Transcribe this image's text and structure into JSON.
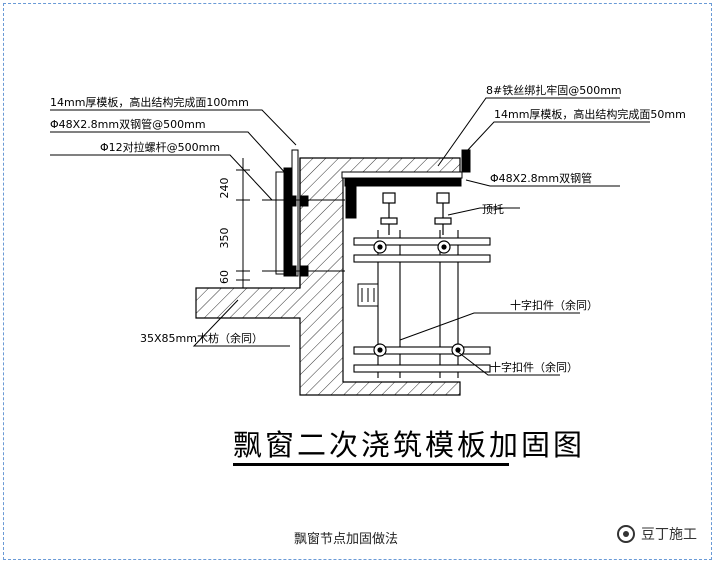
{
  "labels": {
    "l1": "14mm厚模板，高出结构完成面100mm",
    "l2": "Φ48X2.8mm双钢管@500mm",
    "l3": "Φ12对拉螺杆@500mm",
    "l4": "8#铁丝绑扎牢固@500mm",
    "l5": "14mm厚模板，高出结构完成面50mm",
    "l6": "Φ48X2.8mm双钢管",
    "l7": "顶托",
    "l8": "35X85mm木枋（余同）",
    "l9": "十字扣件（余同）",
    "l10": "十字扣件（余同）"
  },
  "dimensions": {
    "d1": "240",
    "d2": "350",
    "d3": "60"
  },
  "title": "飘窗二次浇筑模板加固图",
  "caption": "飘窗节点加固做法",
  "brand": {
    "name": "豆丁施工",
    "icon": "wechat-icon"
  }
}
